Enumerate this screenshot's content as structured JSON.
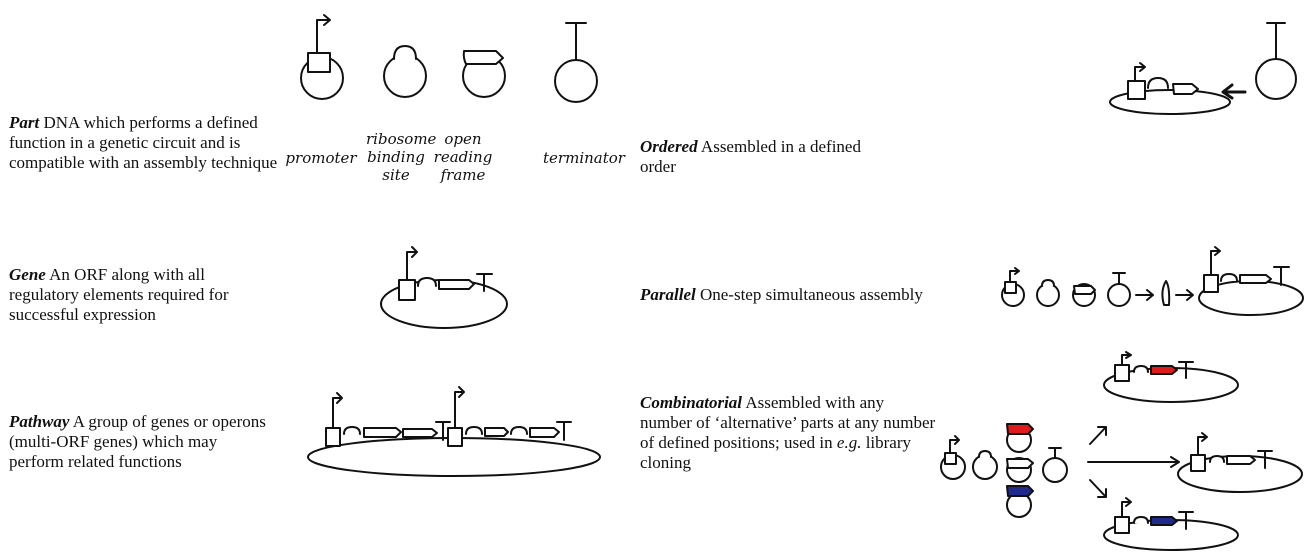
{
  "definitions": {
    "part": {
      "term": "Part",
      "text": "DNA which performs a defined function in a genetic circuit and is compatible with an assembly technique"
    },
    "gene": {
      "term": "Gene",
      "text": "An ORF along with all regulatory elements required for successful expression"
    },
    "pathway": {
      "term": "Pathway",
      "text": "A group of genes or operons (multi-ORF genes) which may perform related functions"
    },
    "ordered": {
      "term": "Ordered",
      "text": "Assembled in a defined order"
    },
    "parallel": {
      "term": "Parallel",
      "text": "One-step simultaneous assembly"
    },
    "combinatorial": {
      "term": "Combinatorial",
      "text": "Assembled with any number of ‘alternative’ parts at any number of defined positions; used in e.g. library cloning",
      "italic_fragment": "e.g."
    }
  },
  "part_labels": {
    "promoter": "promoter",
    "rbs_line1": "ribosome",
    "rbs_line2": "binding",
    "rbs_line3": "site",
    "orf_line1": "open",
    "orf_line2": "reading",
    "orf_line3": "frame",
    "terminator": "terminator"
  },
  "colors": {
    "alternative_part_red": "#e01b1b",
    "alternative_part_blue": "#1f2a8c",
    "ink": "#111111"
  }
}
